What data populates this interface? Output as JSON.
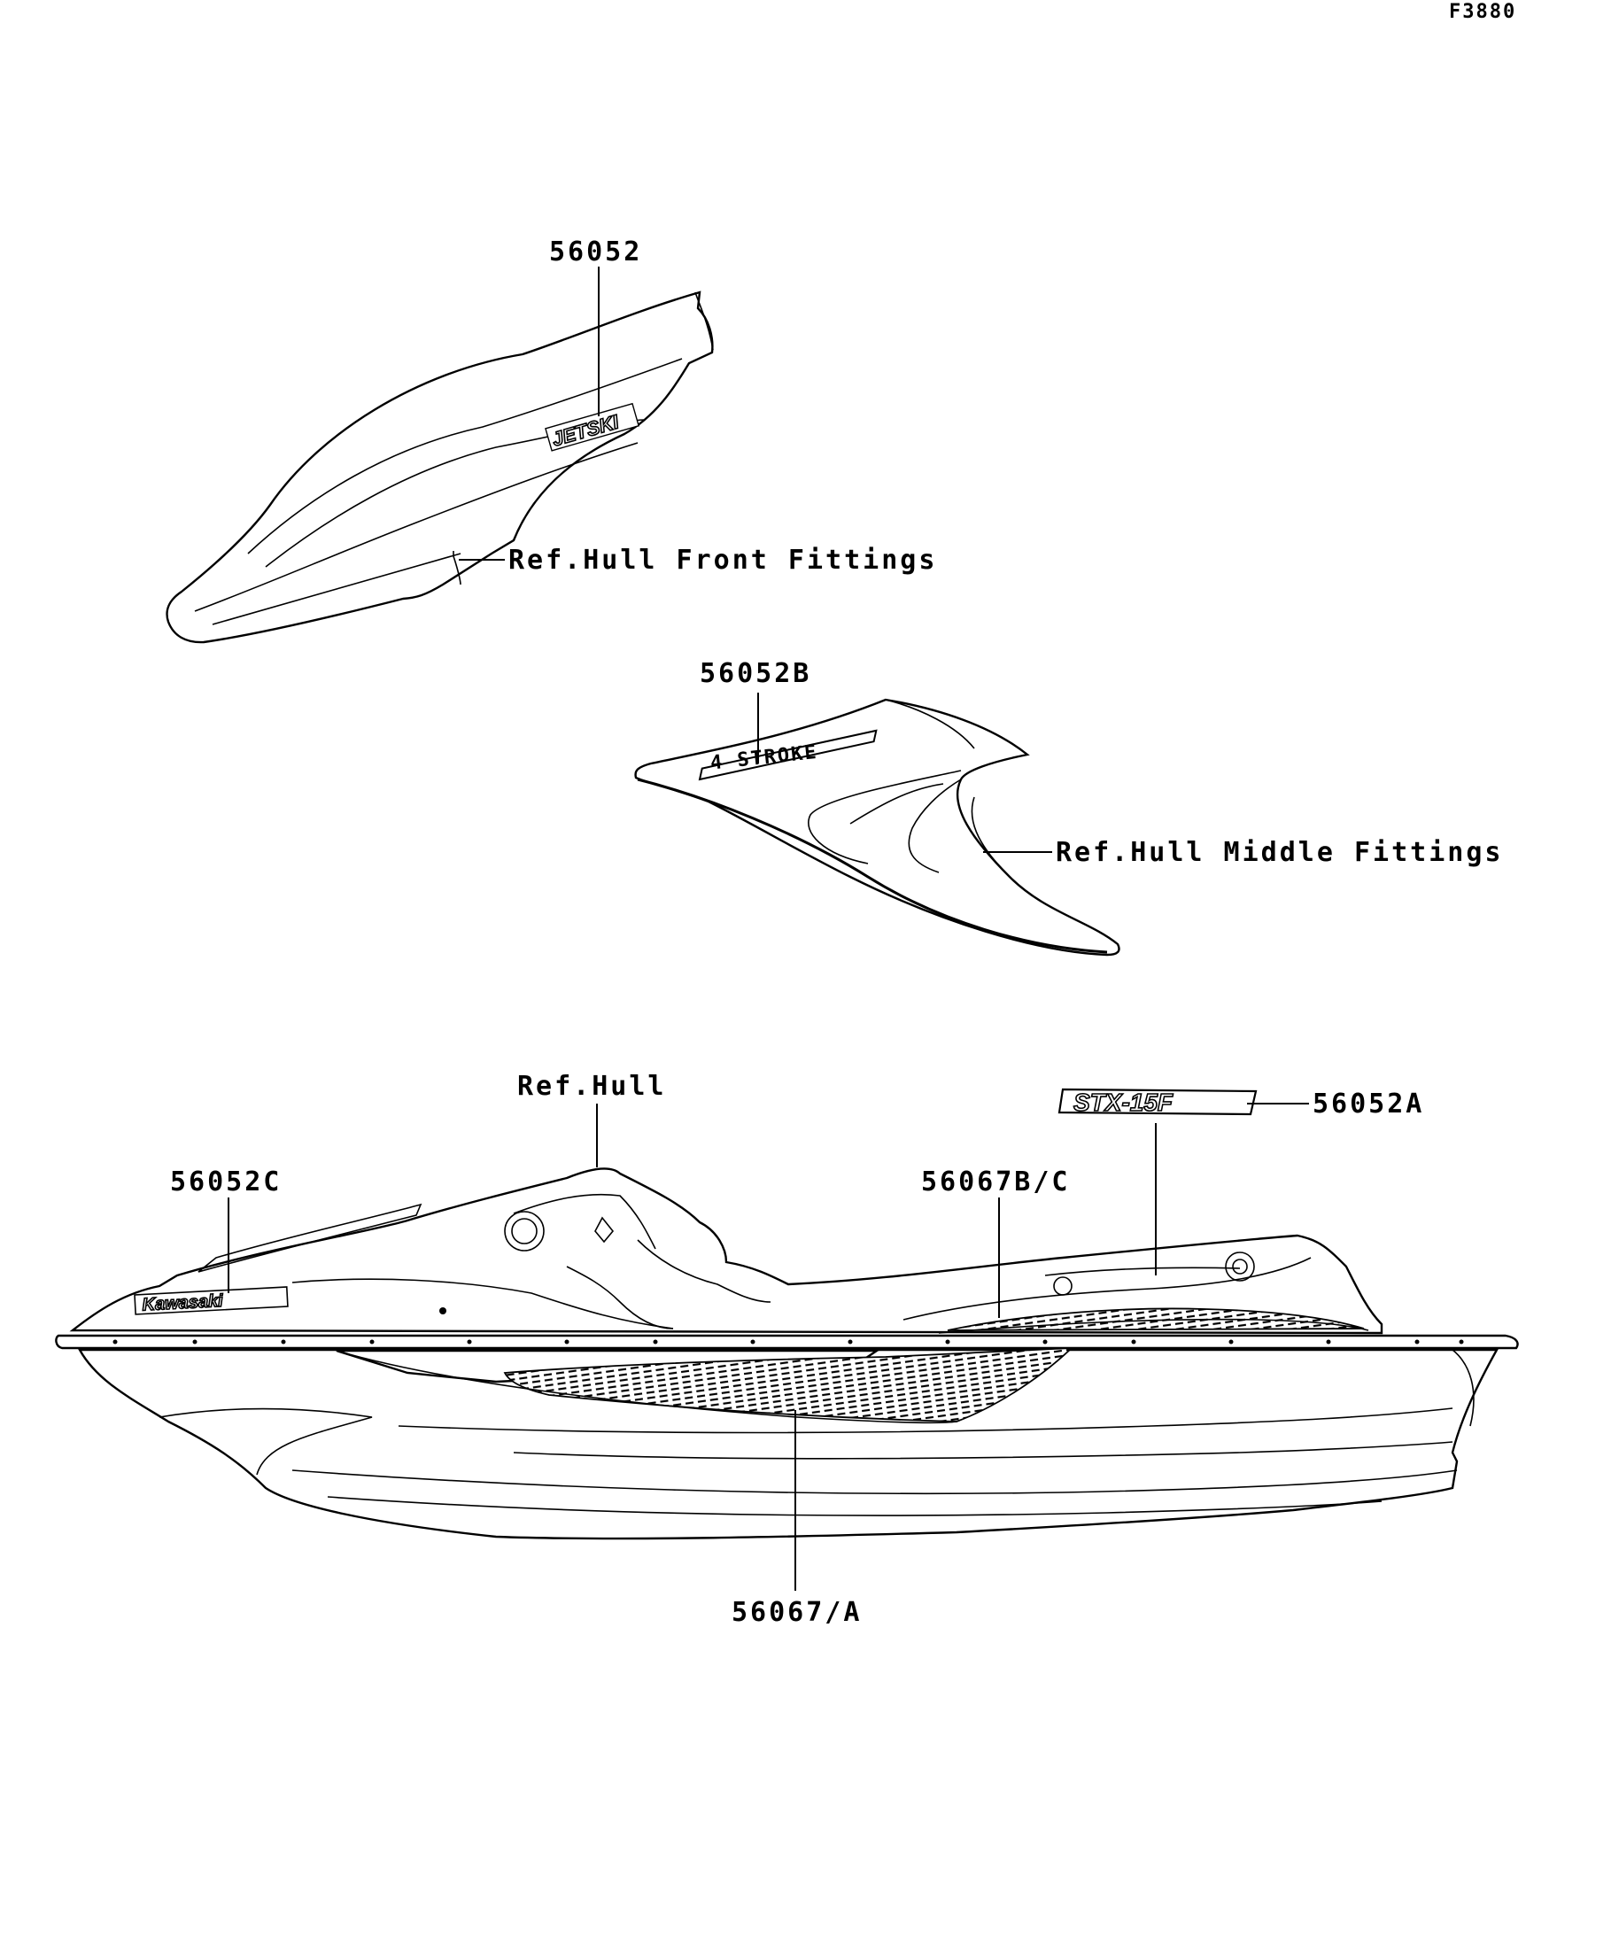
{
  "figure_code": "F3880",
  "callouts": {
    "front_part": "56052",
    "front_ref": "Ref.Hull Front Fittings",
    "middle_part": "56052B",
    "middle_ref": "Ref.Hull Middle Fittings",
    "hull_ref": "Ref.Hull",
    "stx_part": "56052A",
    "kawasaki_part": "56052C",
    "upper_stripe_part": "56067B/C",
    "lower_stripe_part": "56067/A"
  },
  "decal_text": {
    "jetski": "JETSKI",
    "four_stroke": "4 STROKE",
    "stx": "STX-15F",
    "kawasaki": "Kawasaki"
  }
}
